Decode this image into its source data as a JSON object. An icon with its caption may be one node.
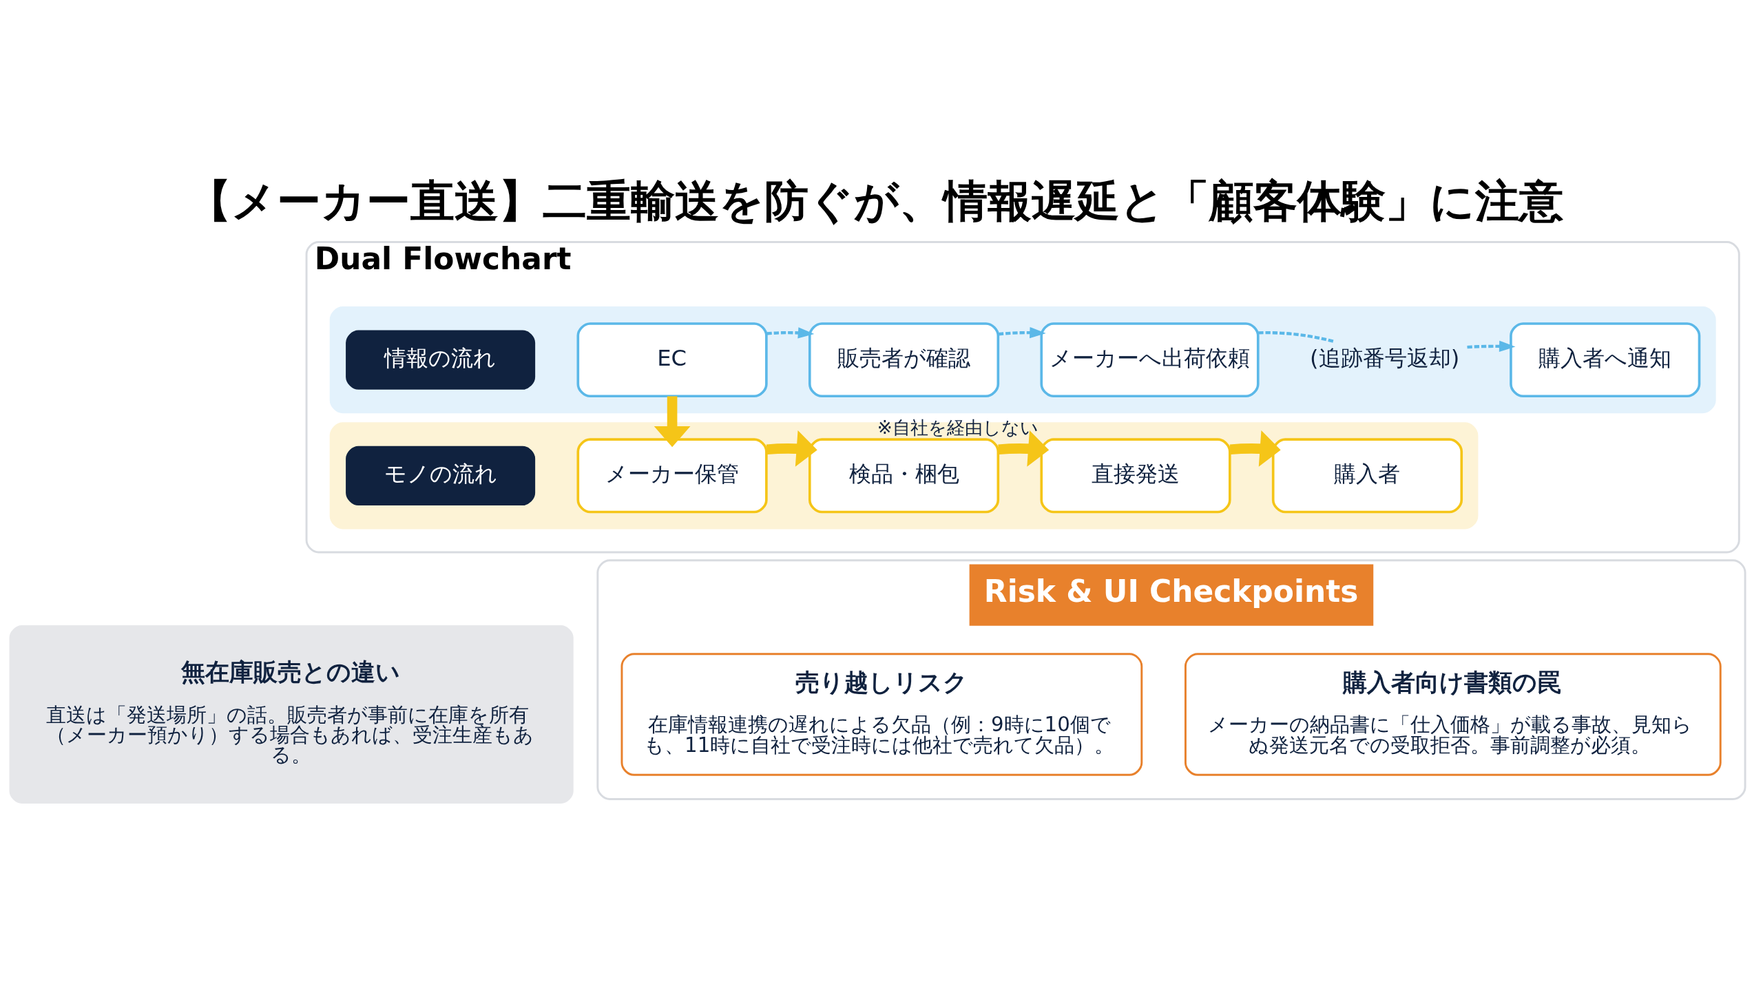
{
  "diagram": {
    "title": "【メーカー直送】二重輸送を防ぐが、情報遅延と「顧客体験」に注意",
    "nodes": [
      {
        "text": [
          "Dual Flowchart"
        ]
      },
      {
        "text": [],
        "shape": "box",
        "in": 0
      },
      {
        "text": [
          "情報の流れ"
        ],
        "in": 1
      },
      {
        "text": [
          "EC"
        ],
        "in": 1
      },
      {
        "text": [
          "販売者が確認"
        ],
        "in": 1
      },
      {
        "text": [
          "メーカーへ出荷依頼"
        ],
        "in": 1
      },
      {
        "text": [
          "(追跡番号返却)"
        ],
        "in": 1
      },
      {
        "text": [
          "購入者へ通知"
        ],
        "in": 1
      },
      {
        "text": [],
        "shape": "box",
        "in": 0
      },
      {
        "text": [
          "モノの流れ"
        ],
        "in": 8
      },
      {
        "text": [
          "メーカー保管"
        ],
        "in": 8
      },
      {
        "text": [
          "検品・梱包"
        ],
        "in": 8
      },
      {
        "text": [
          "直接発送"
        ],
        "in": 8,
        "beside": [
          "※自社を経由しない"
        ]
      },
      {
        "text": [
          "購入者"
        ],
        "in": 8
      },
      {
        "text": [
          "無在庫販売との違い",
          "直送は「発送場所」の話。販売者が事前に在庫を所有（メーカー預かり）する場合もあれば、受注生産もある。"
        ]
      },
      {
        "text": [
          "Risk & UI Checkpoints"
        ]
      },
      {
        "text": [
          "売り越しリスク",
          "在庫情報連携の遅れによる欠品（例：9時に10個でも、11時に自社で受注時には他社で売れて欠品）。"
        ],
        "in": 15
      },
      {
        "text": [
          "購入者向け書類の罠",
          "メーカーの納品書に「仕入価格」が載る事故、見知らぬ発送元名での受取拒否。事前調整が必須。"
        ],
        "in": 15
      }
    ],
    "edges": [
      {
        "from": 3,
        "to": 4,
        "arrow": "to",
        "style": "dashed",
        "color": "#5bb8e8"
      },
      {
        "from": 4,
        "to": 5,
        "arrow": "to",
        "style": "dashed",
        "color": "#5bb8e8"
      },
      {
        "from": 5,
        "to": 6,
        "arrow": "none",
        "style": "dashed",
        "color": "#5bb8e8"
      },
      {
        "from": 6,
        "to": 7,
        "arrow": "to",
        "style": "dashed",
        "color": "#5bb8e8"
      },
      {
        "from": 3,
        "to": 10,
        "arrow": "to",
        "style": "thick",
        "color": "#f5c518"
      },
      {
        "from": 10,
        "to": 11,
        "arrow": "to",
        "style": "thick",
        "color": "#f5c518"
      },
      {
        "from": 11,
        "to": 12,
        "arrow": "to",
        "style": "thick",
        "color": "#f5c518"
      },
      {
        "from": 12,
        "to": 13,
        "arrow": "to",
        "style": "thick",
        "color": "#f5c518"
      }
    ]
  }
}
